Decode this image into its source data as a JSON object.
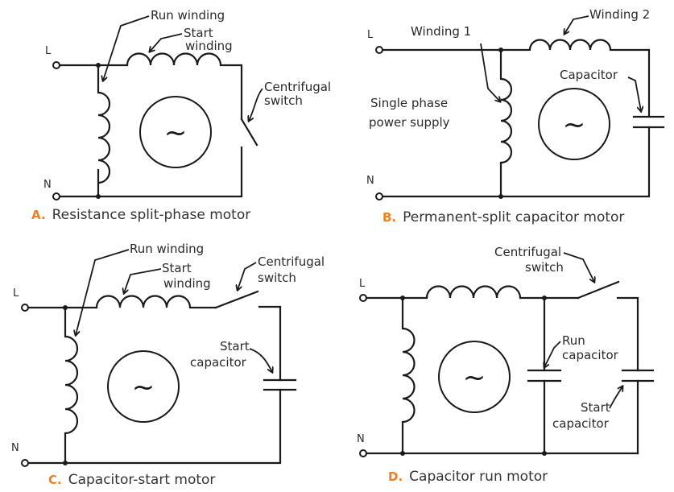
{
  "figure": {
    "accent_color": "#f07f22",
    "panels": [
      {
        "id": "A",
        "letter": "A.",
        "caption": "Resistance split-phase motor",
        "terminals": {
          "line": "L",
          "neutral": "N"
        },
        "labels": {
          "run_winding": "Run winding",
          "start_winding_1": "Start",
          "start_winding_2": "winding",
          "switch_1": "Centrifugal",
          "switch_2": "switch"
        },
        "motor_symbol": "~"
      },
      {
        "id": "B",
        "letter": "B.",
        "caption": "Permanent-split capacitor motor",
        "terminals": {
          "line": "L",
          "neutral": "N"
        },
        "labels": {
          "winding_1": "Winding 1",
          "winding_2": "Winding 2",
          "capacitor": "Capacitor",
          "supply_1": "Single phase",
          "supply_2": "power supply"
        },
        "motor_symbol": "~"
      },
      {
        "id": "C",
        "letter": "C.",
        "caption": "Capacitor-start motor",
        "terminals": {
          "line": "L",
          "neutral": "N"
        },
        "labels": {
          "run_winding": "Run winding",
          "start_winding_1": "Start",
          "start_winding_2": "winding",
          "switch_1": "Centrifugal",
          "switch_2": "switch",
          "start_cap_1": "Start",
          "start_cap_2": "capacitor"
        },
        "motor_symbol": "~"
      },
      {
        "id": "D",
        "letter": "D.",
        "caption": "Capacitor run motor",
        "terminals": {
          "line": "L",
          "neutral": "N"
        },
        "labels": {
          "switch_1": "Centrifugal",
          "switch_2": "switch",
          "run_cap_1": "Run",
          "run_cap_2": "capacitor",
          "start_cap_1": "Start",
          "start_cap_2": "capacitor"
        },
        "motor_symbol": "~"
      }
    ]
  }
}
